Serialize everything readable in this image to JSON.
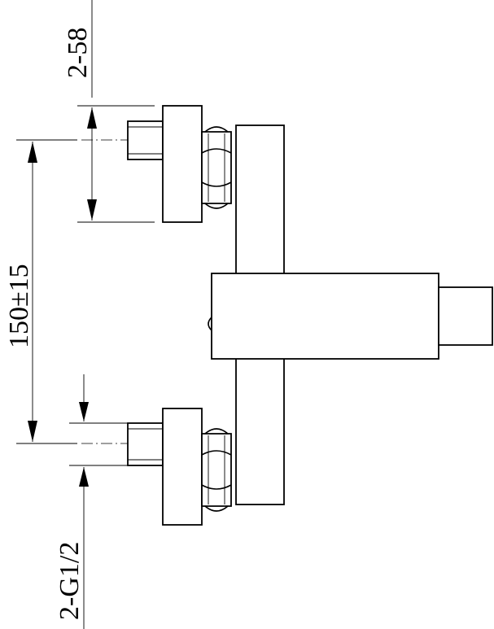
{
  "dimensions": {
    "top_label": "2-58",
    "center_label": "150±15",
    "bottom_label": "2-G1/2"
  },
  "colors": {
    "line": "#000000",
    "background": "#ffffff"
  }
}
